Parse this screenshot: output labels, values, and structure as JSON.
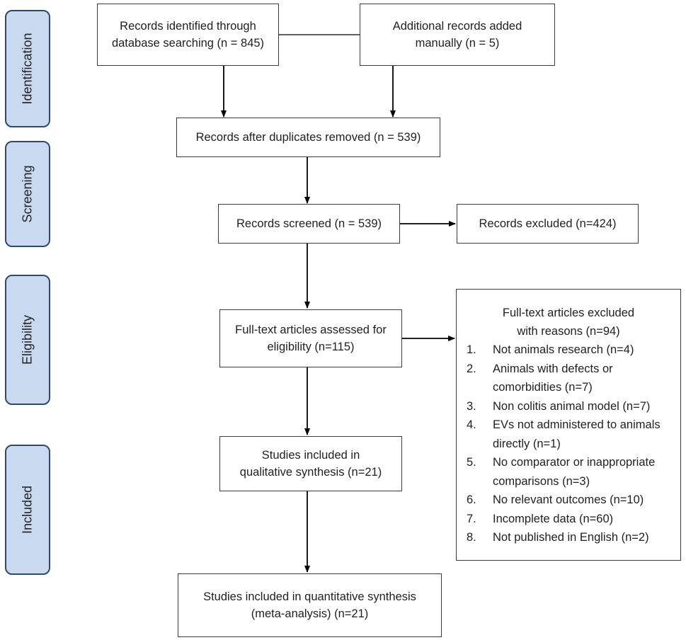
{
  "stages": [
    "Identification",
    "Screening",
    "Eligibility",
    "Included"
  ],
  "boxes": {
    "database": [
      "Records identified through",
      "database searching (n = 845)"
    ],
    "manual": [
      "Additional records added",
      "manually (n = 5)"
    ],
    "duplicates": [
      "Records after duplicates removed (n = 539)"
    ],
    "screened": [
      "Records screened (n = 539)"
    ],
    "excluded": [
      "Records excluded (n=424)"
    ],
    "fulltext": [
      "Full-text articles assessed for",
      "eligibility (n=115)"
    ],
    "qualitative": [
      "Studies included in",
      "qualitative synthesis (n=21)"
    ],
    "quantitative": [
      "Studies included in quantitative synthesis",
      "(meta-analysis) (n=21)"
    ]
  },
  "fulltext_excluded": {
    "heading": [
      "Full-text articles excluded",
      "with reasons (n=94)"
    ],
    "reasons": [
      {
        "num": "1.",
        "lines": [
          "Not animals research (n=4)"
        ]
      },
      {
        "num": "2.",
        "lines": [
          "Animals with defects or",
          "comorbidities (n=7)"
        ]
      },
      {
        "num": "3.",
        "lines": [
          "Non colitis animal model (n=7)"
        ]
      },
      {
        "num": "4.",
        "lines": [
          "EVs not administered to animals",
          "directly (n=1)"
        ]
      },
      {
        "num": "5.",
        "lines": [
          "No comparator or inappropriate",
          "comparisons (n=3)"
        ]
      },
      {
        "num": "6.",
        "lines": [
          "No relevant outcomes (n=10)"
        ]
      },
      {
        "num": "7.",
        "lines": [
          "Incomplete data (n=60)"
        ]
      },
      {
        "num": "8.",
        "lines": [
          "Not published in English (n=2)"
        ]
      }
    ]
  },
  "colors": {
    "stage_fill": "#c9daf0",
    "stage_border": "#2e4a6b",
    "line": "#000000"
  }
}
